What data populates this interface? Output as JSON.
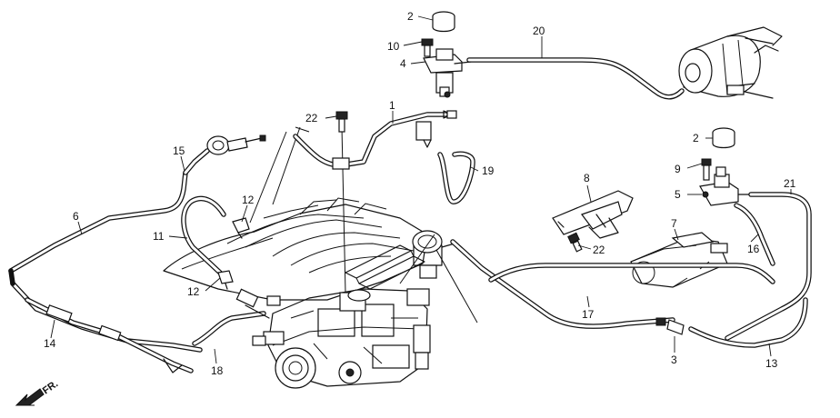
{
  "callouts": {
    "c2a": "2",
    "c10": "10",
    "c4": "4",
    "c20": "20",
    "c22a": "22",
    "c1": "1",
    "c19": "19",
    "c15": "15",
    "c2b": "2",
    "c9": "9",
    "c5": "5",
    "c21": "21",
    "c8": "8",
    "c12a": "12",
    "c6": "6",
    "c11": "11",
    "c7": "7",
    "c22b": "22",
    "c16": "16",
    "c12b": "12",
    "c17": "17",
    "c14": "14",
    "c18": "18",
    "c3": "3",
    "c13": "13"
  },
  "orientation": {
    "label": "FR.",
    "icon": "front-arrow-icon"
  }
}
